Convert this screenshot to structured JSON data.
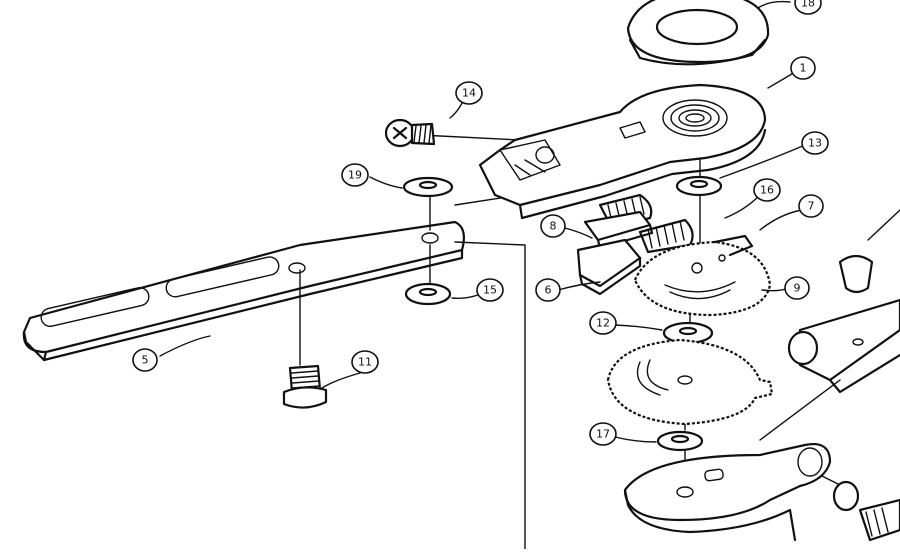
{
  "figure": {
    "type": "exploded-parts-diagram",
    "background": "#ffffff",
    "ink": "#111111"
  },
  "callouts": [
    {
      "id": "c1",
      "text": "1"
    },
    {
      "id": "c5",
      "text": "5"
    },
    {
      "id": "c6",
      "text": "6"
    },
    {
      "id": "c7",
      "text": "7"
    },
    {
      "id": "c8",
      "text": "8"
    },
    {
      "id": "c9",
      "text": "9"
    },
    {
      "id": "c11",
      "text": "11"
    },
    {
      "id": "c12",
      "text": "12"
    },
    {
      "id": "c13",
      "text": "13"
    },
    {
      "id": "c14",
      "text": "14"
    },
    {
      "id": "c15",
      "text": "15"
    },
    {
      "id": "c16",
      "text": "16"
    },
    {
      "id": "c17",
      "text": "17"
    },
    {
      "id": "c18",
      "text": "18"
    },
    {
      "id": "c19",
      "text": "19"
    }
  ]
}
